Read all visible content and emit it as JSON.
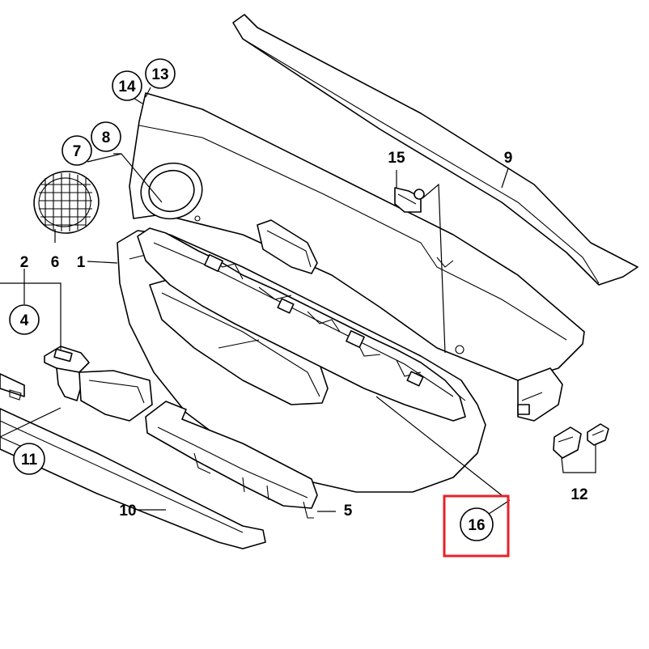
{
  "diagram": {
    "highlight_color": "#e8202a",
    "labels": {
      "p1": "1",
      "p2": "2",
      "p4": "4",
      "p5": "5",
      "p6": "6",
      "p7": "7",
      "p8": "8",
      "p9": "9",
      "p10": "10",
      "p11": "11",
      "p12": "12",
      "p13": "13",
      "p14": "14",
      "p15": "15",
      "p16": "16"
    }
  }
}
